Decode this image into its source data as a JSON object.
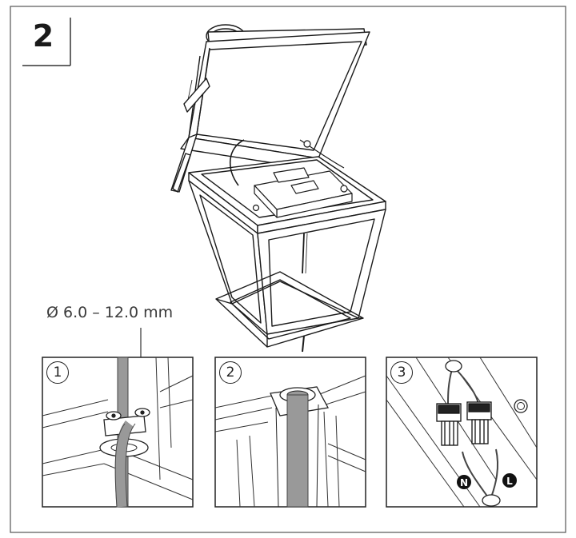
{
  "step_number": "2",
  "cable_diameter_label": "Ø 6.0 – 12.0 mm",
  "details": [
    {
      "number": "1"
    },
    {
      "number": "2"
    },
    {
      "number": "3"
    }
  ],
  "terminal_labels": {
    "neutral": "N",
    "live": "L"
  }
}
